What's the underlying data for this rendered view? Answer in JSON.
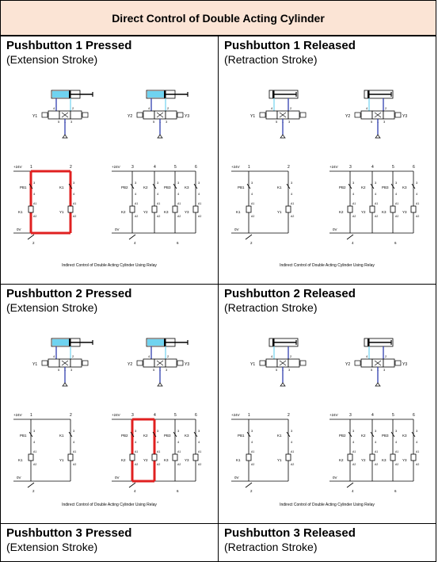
{
  "header": {
    "title": "Direct Control of Double Acting Cylinder"
  },
  "colors": {
    "header_bg": "#fbe4d5",
    "active_circuit": "#e02020",
    "pneumatic_line": "#1f2fa8",
    "cylinder_air": "#6fd3f0"
  },
  "cells": [
    {
      "title": "Pushbutton 1 Pressed",
      "subtitle": "(Extension Stroke)",
      "state": "extended",
      "highlight": "left"
    },
    {
      "title": "Pushbutton 1 Released",
      "subtitle": "(Retraction Stroke)",
      "state": "retracted",
      "highlight": "none"
    },
    {
      "title": "Pushbutton 2 Pressed",
      "subtitle": "(Extension Stroke)",
      "state": "extended",
      "highlight": "right"
    },
    {
      "title": "Pushbutton 2 Released",
      "subtitle": "(Retraction Stroke)",
      "state": "retracted",
      "highlight": "none"
    },
    {
      "title": "Pushbutton 3 Pressed",
      "subtitle": "(Extension Stroke)",
      "state": "none",
      "highlight": "none"
    },
    {
      "title": "Pushbutton 3 Released",
      "subtitle": "(Retraction Stroke)",
      "state": "none",
      "highlight": "none"
    }
  ],
  "diagram": {
    "caption": "Indirect Control of Double Acting Cylinder Using Relay",
    "supply_label": "+24V",
    "ground_label": "0V",
    "solenoids": [
      "Y1",
      "Y2",
      "Y3"
    ],
    "left_circuit": {
      "columns": [
        "1",
        "2"
      ],
      "pushbutton": "PB1",
      "relay_contact": "K1",
      "relay_coil": "K1",
      "solenoid": "Y1",
      "bottom_refs": [
        "2"
      ]
    },
    "right_circuit": {
      "columns": [
        "3",
        "4",
        "5",
        "6"
      ],
      "pushbuttons": [
        "PB2",
        "PB3"
      ],
      "relay_contacts": [
        "K2",
        "K3"
      ],
      "relay_coils": [
        "K2",
        "K3"
      ],
      "solenoids": [
        "Y2",
        "Y3"
      ],
      "bottom_refs": [
        "4",
        "6"
      ]
    },
    "valve_port_labels": [
      "4",
      "2",
      "5",
      "1",
      "3"
    ],
    "contact_numbers": [
      "3",
      "4"
    ],
    "coil_terminals": [
      "A1",
      "A2"
    ]
  }
}
